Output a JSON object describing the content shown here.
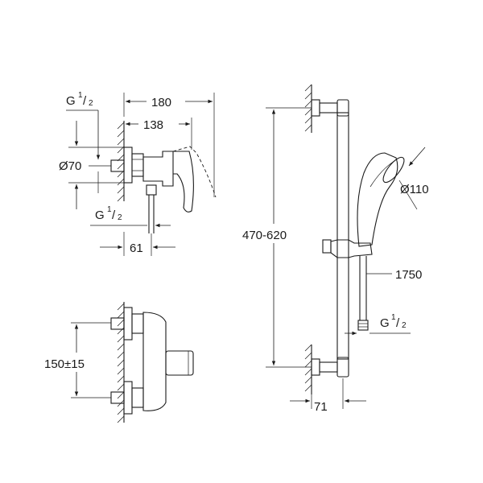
{
  "labels": {
    "dim_180": "180",
    "dim_138": "138",
    "diameter_70": "Ø70",
    "thread_top": {
      "g": "G",
      "num": "1",
      "den": "2"
    },
    "thread_bottom": {
      "g": "G",
      "num": "1",
      "den": "2"
    },
    "dim_61": "61",
    "dim_150": "150±15",
    "dim_470_620": "470-620",
    "diameter_110": "Ø110",
    "hose_1750": "1750",
    "thread_hose": {
      "g": "G",
      "num": "1",
      "den": "2"
    },
    "dim_71": "71"
  }
}
